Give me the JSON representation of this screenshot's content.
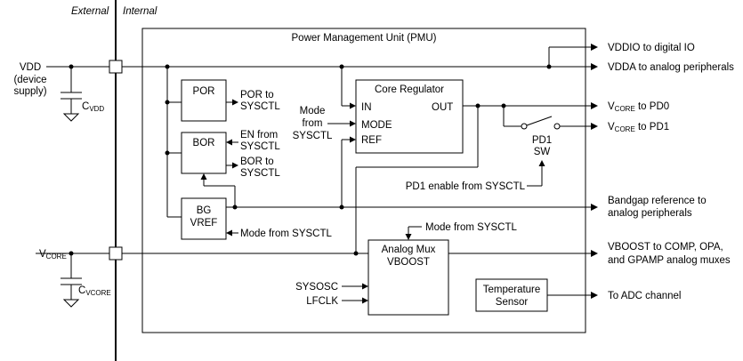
{
  "boundary": {
    "external": "External",
    "internal": "Internal"
  },
  "pmu": {
    "title": "Power Management Unit (PMU)"
  },
  "vdd": {
    "label": "VDD",
    "sub1": "(device",
    "sub2": "supply)"
  },
  "cvdd": {
    "base": "C",
    "sub": "VDD"
  },
  "vcore_pin": {
    "base": "V",
    "sub": "CORE"
  },
  "cvcore": {
    "base": "C",
    "sub": "VCORE"
  },
  "por": {
    "label": "POR",
    "out1": "POR to",
    "out2": "SYSCTL"
  },
  "bor": {
    "label": "BOR",
    "en1": "EN from",
    "en2": "SYSCTL",
    "out1": "BOR to",
    "out2": "SYSCTL"
  },
  "bg": {
    "l1": "BG",
    "l2": "VREF",
    "mode": "Mode from SYSCTL"
  },
  "core_reg": {
    "title": "Core Regulator",
    "in": "IN",
    "mode": "MODE",
    "ref": "REF",
    "out": "OUT",
    "mode_src1": "Mode",
    "mode_src2": "from",
    "mode_src3": "SYSCTL"
  },
  "switch": {
    "l1": "PD1",
    "l2": "SW",
    "enable": "PD1 enable from SYSCTL"
  },
  "mux": {
    "l1": "Analog Mux",
    "l2": "VBOOST",
    "mode": "Mode from SYSCTL",
    "in1": "SYSOSC",
    "in2": "LFCLK"
  },
  "temp": {
    "l1": "Temperature",
    "l2": "Sensor"
  },
  "outputs": {
    "vddio": "VDDIO to digital IO",
    "vdda": "VDDA to analog peripherals",
    "pd0_base": "V",
    "pd0_sub": "CORE",
    "pd0_rest": " to PD0",
    "pd1_base": "V",
    "pd1_sub": "CORE",
    "pd1_rest": " to PD1",
    "bandgap1": "Bandgap reference to",
    "bandgap2": "analog peripherals",
    "vboost1": "VBOOST to COMP, OPA,",
    "vboost2": "and GPAMP analog muxes",
    "adc": "To ADC channel"
  }
}
